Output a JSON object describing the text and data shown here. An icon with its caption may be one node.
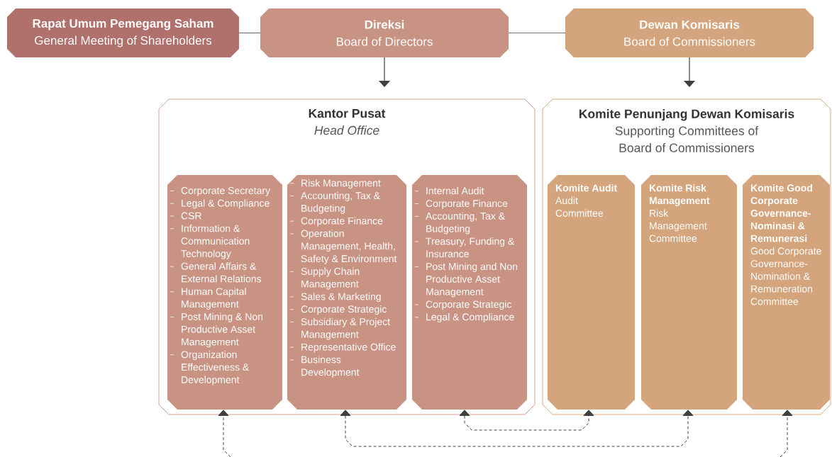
{
  "diagram": {
    "nodes": [
      {
        "text": [
          "Rapat Umum Pemegang Saham",
          "General Meeting of Shareholders"
        ]
      },
      {
        "text": [
          "Direksi",
          "Board of Directors"
        ]
      },
      {
        "text": [
          "Dewan Komisaris",
          "Board of Commissioners"
        ]
      },
      {
        "text": [
          "Kantor Pusat",
          "Head Office"
        ]
      },
      {
        "text": [
          "Corporate Secretary",
          "Legal & Compliance",
          "CSR",
          "Information & Communication Technology",
          "General Affairs & External Relations",
          "Human Capital Management",
          "Post Mining & Non Productive Asset Management",
          "Organization Effectiveness & Development"
        ],
        "in": 3
      },
      {
        "text": [
          "Risk Management",
          "Accounting, Tax & Budgeting",
          "Corporate Finance",
          "Operation Management, Health, Safety & Environment",
          "Supply Chain Management",
          "Sales & Marketing",
          "Corporate Strategic",
          "Subsidiary & Project Management",
          "Representative Office",
          "Business Development"
        ],
        "in": 3
      },
      {
        "text": [
          "Internal Audit",
          "Corporate Finance",
          "Accounting, Tax & Budgeting",
          "Treasury, Funding & Insurance",
          "Post Mining and Non Productive Asset Management",
          "Corporate Strategic",
          "Legal & Compliance"
        ],
        "in": 3
      },
      {
        "text": [
          "Komite Penunjang Dewan Komisaris",
          "Supporting Committees of Board of Commissioners"
        ]
      },
      {
        "text": [
          "Komite Audit",
          "Audit Committee"
        ],
        "in": 7
      },
      {
        "text": [
          "Komite Risk Management",
          "Risk Management Committee"
        ],
        "in": 7
      },
      {
        "text": [
          "Komite Good Corporate Governance-Nominasi & Remunerasi",
          "Good Corporate Governance-Nomination & Remuneration Committee"
        ],
        "in": 7
      }
    ],
    "edges": [
      {
        "from": 0,
        "to": 1,
        "arrow": "none"
      },
      {
        "from": 1,
        "to": 2,
        "arrow": "none"
      },
      {
        "from": 1,
        "to": 3,
        "arrow": "to"
      },
      {
        "from": 2,
        "to": 7,
        "arrow": "to"
      },
      {
        "from": 6,
        "to": 8,
        "arrow": "both",
        "style": "dashed"
      },
      {
        "from": 5,
        "to": 9,
        "arrow": "both",
        "style": "dashed"
      },
      {
        "from": null,
        "to": 4,
        "arrow": "to",
        "style": "dashed"
      },
      {
        "from": null,
        "to": 10,
        "arrow": "to",
        "style": "dashed"
      }
    ]
  }
}
